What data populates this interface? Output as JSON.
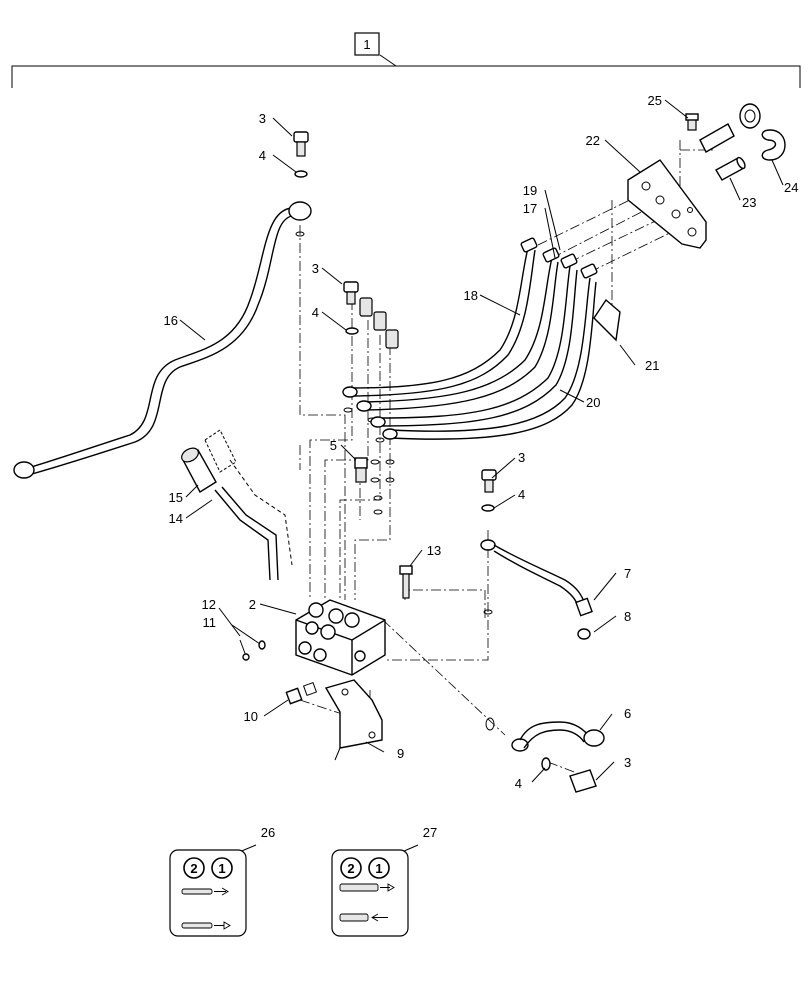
{
  "assembly_number": "1",
  "callouts": {
    "c2": "2",
    "c3a": "3",
    "c3b": "3",
    "c3c": "3",
    "c3d": "3",
    "c4a": "4",
    "c4b": "4",
    "c4c": "4",
    "c4d": "4",
    "c5": "5",
    "c6": "6",
    "c7": "7",
    "c8": "8",
    "c9": "9",
    "c10": "10",
    "c11": "11",
    "c12": "12",
    "c13": "13",
    "c14": "14",
    "c15": "15",
    "c16": "16",
    "c17": "17",
    "c18": "18",
    "c19": "19",
    "c20": "20",
    "c21": "21",
    "c22": "22",
    "c23": "23",
    "c24": "24",
    "c25": "25",
    "c26": "26",
    "c27": "27"
  },
  "decal_26": {
    "circle_left": "2",
    "circle_right": "1"
  },
  "decal_27": {
    "circle_left": "2",
    "circle_right": "1"
  }
}
